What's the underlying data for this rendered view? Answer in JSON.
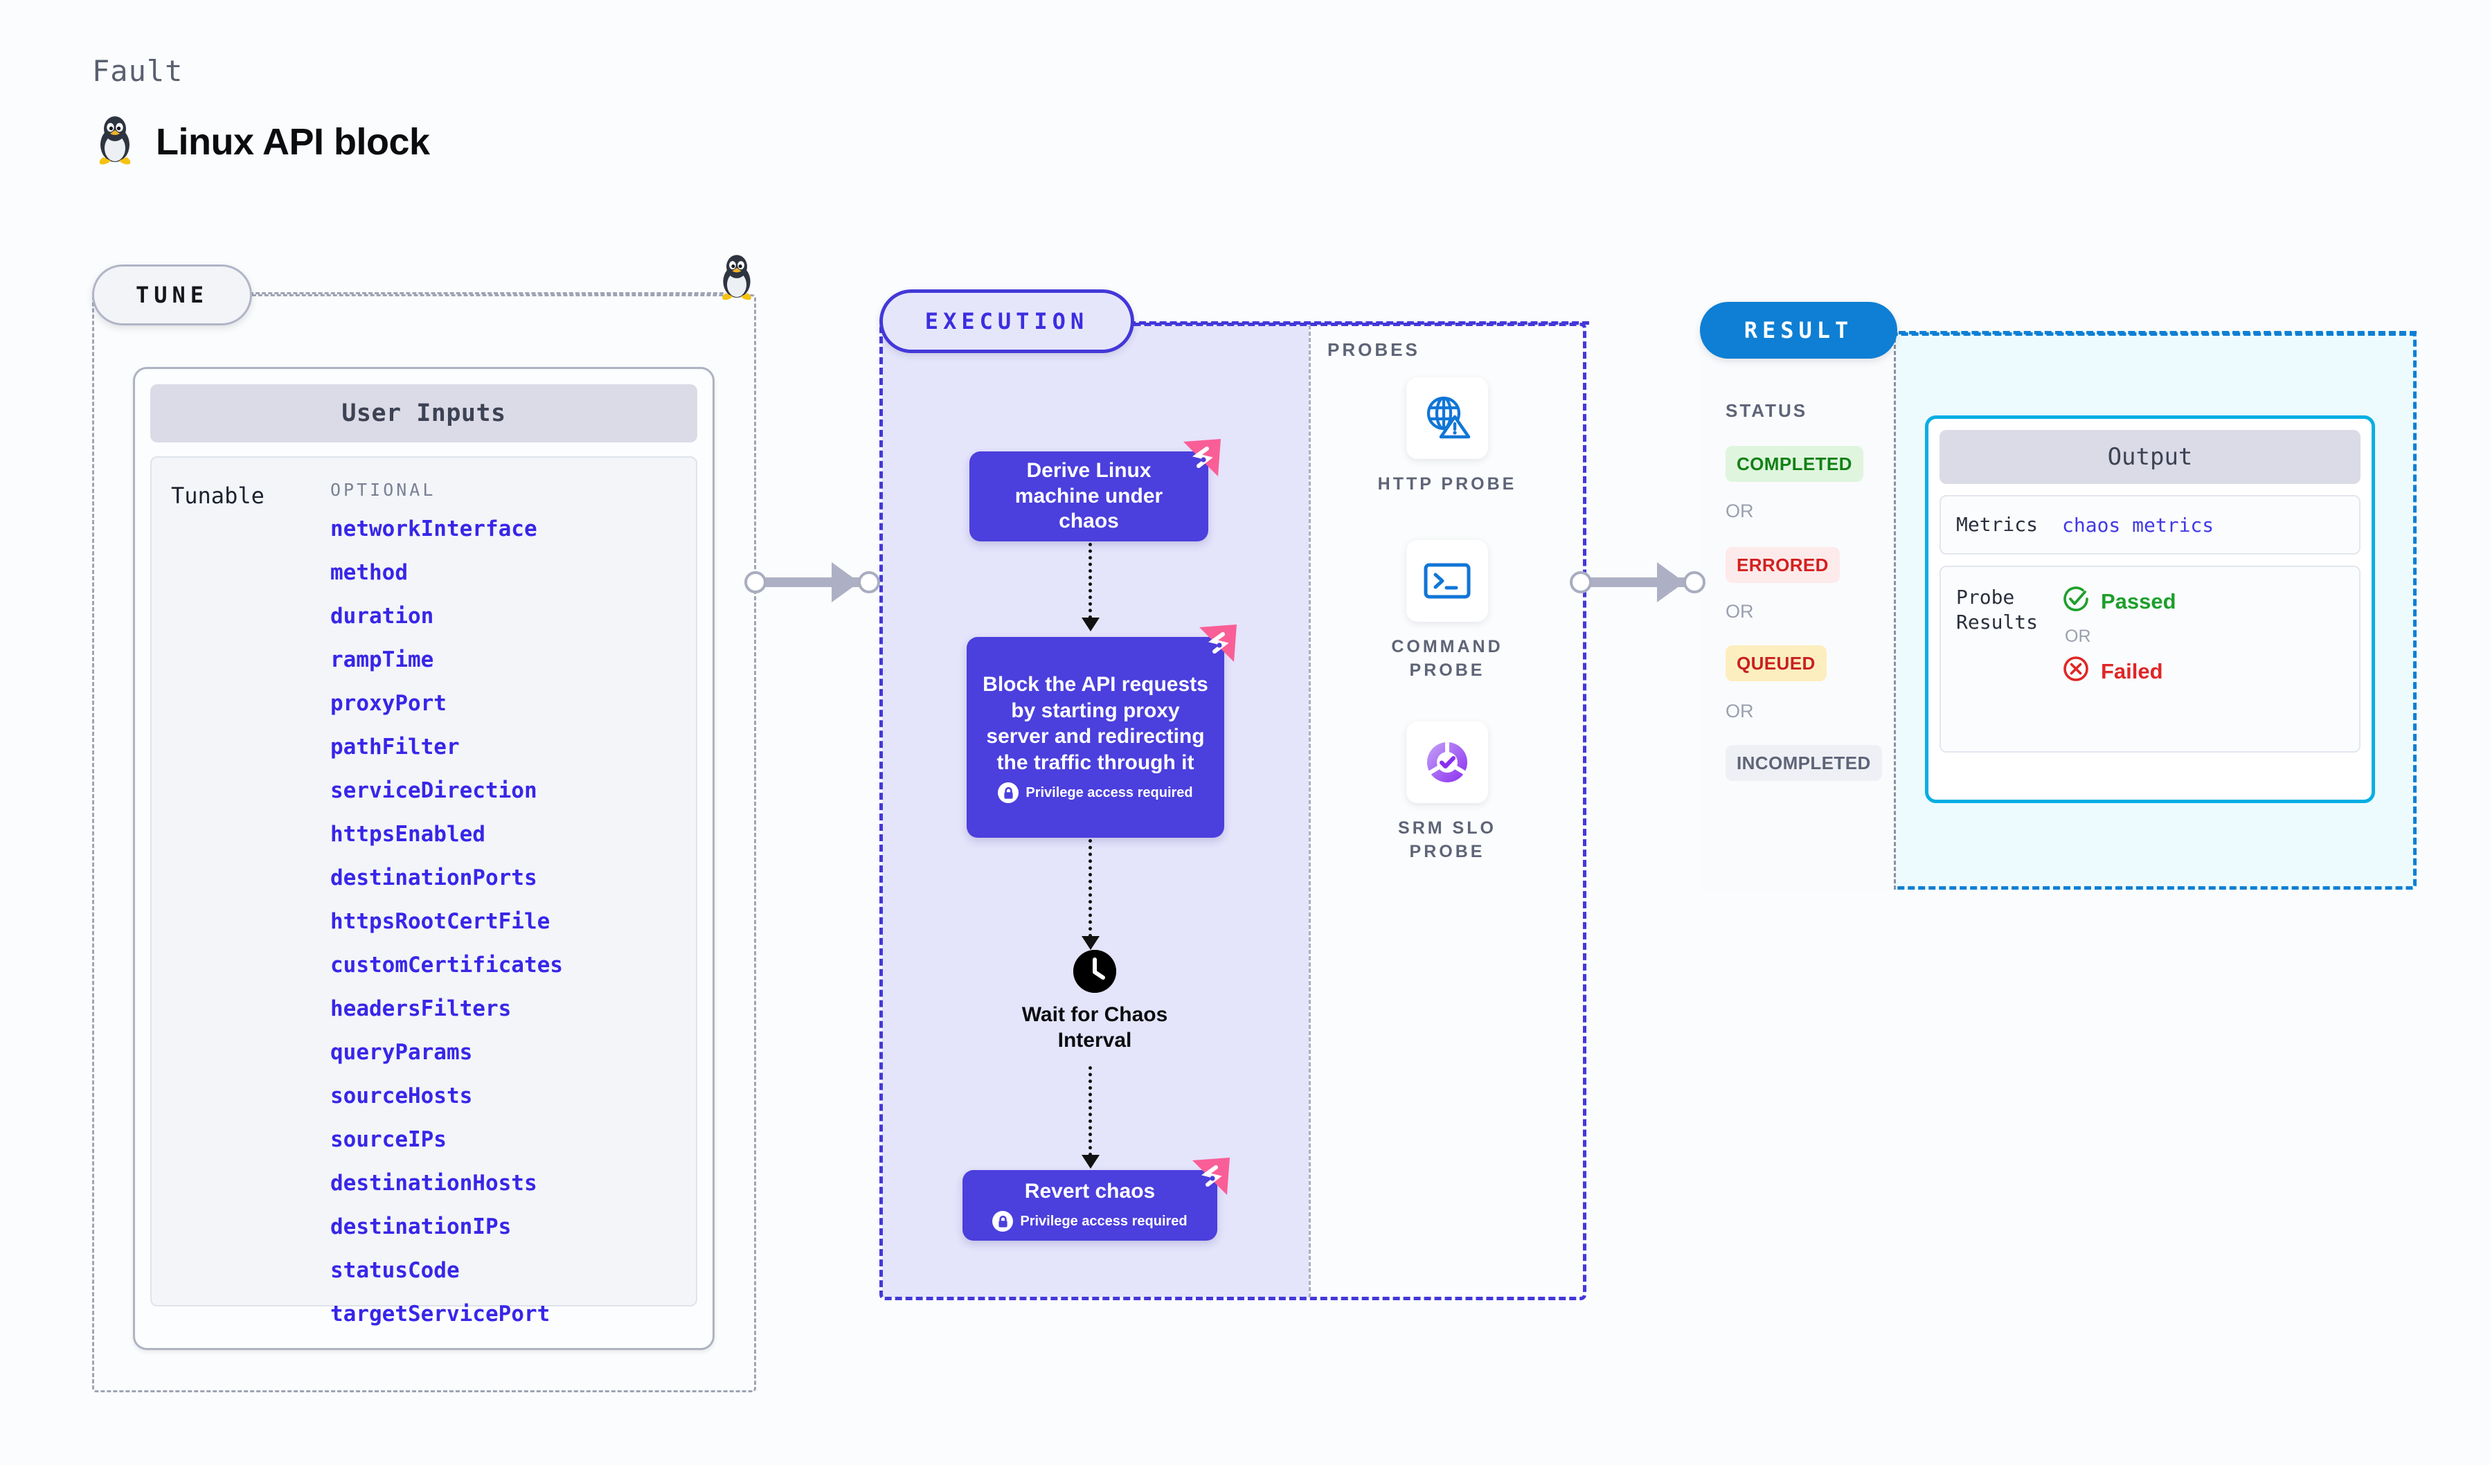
{
  "header": {
    "kicker": "Fault",
    "title": "Linux API block",
    "icon": "linux-penguin-icon"
  },
  "tune": {
    "pill_label": "TUNE",
    "card_title": "User Inputs",
    "tunable_label": "Tunable",
    "optional_caption": "OPTIONAL",
    "params": [
      "networkInterface",
      "method",
      "duration",
      "rampTime",
      "proxyPort",
      "pathFilter",
      "serviceDirection",
      "httpsEnabled",
      "destinationPorts",
      "httpsRootCertFile",
      "customCertificates",
      "headersFilters",
      "queryParams",
      "sourceHosts",
      "sourceIPs",
      "destinationHosts",
      "destinationIPs",
      "statusCode",
      "targetServicePort"
    ]
  },
  "execution": {
    "pill_label": "EXECUTION",
    "nodes": [
      {
        "text": "Derive Linux machine under chaos",
        "privilege": null
      },
      {
        "text": "Block the API requests by starting proxy server and redirecting the traffic through it",
        "privilege": "Privilege access required"
      },
      {
        "text": "Revert chaos",
        "privilege": "Privilege access required"
      }
    ],
    "wait": {
      "icon": "clock-icon",
      "label_line1": "Wait for Chaos",
      "label_line2": "Interval"
    }
  },
  "probes": {
    "caption": "PROBES",
    "items": [
      {
        "icon": "globe-warning-icon",
        "label": "HTTP PROBE"
      },
      {
        "icon": "terminal-icon",
        "label": "COMMAND PROBE"
      },
      {
        "icon": "srm-slo-icon",
        "label": "SRM SLO PROBE"
      }
    ]
  },
  "result": {
    "pill_label": "RESULT",
    "status_caption": "STATUS",
    "or_label": "OR",
    "statuses": [
      {
        "label": "COMPLETED",
        "bg": "#dff5de",
        "fg": "#128014"
      },
      {
        "label": "ERRORED",
        "bg": "#fdeaea",
        "fg": "#d32020"
      },
      {
        "label": "QUEUED",
        "bg": "#fdeec0",
        "fg": "#c9201f"
      },
      {
        "label": "INCOMPLETED",
        "bg": "#eef0f5",
        "fg": "#5e6477"
      }
    ],
    "output": {
      "title": "Output",
      "metrics_key": "Metrics",
      "metrics_value": "chaos metrics",
      "probe_results_key": "Probe Results",
      "passed_label": "Passed",
      "failed_label": "Failed",
      "or_label": "OR"
    }
  },
  "colors": {
    "accent_purple": "#4b3fdd",
    "accent_blue": "#0e7fd4",
    "accent_cyan": "#06aee3",
    "param_blue": "#3826e8",
    "pink_badge": "#fa5e96",
    "green": "#1d9f2b",
    "red": "#e02626"
  }
}
